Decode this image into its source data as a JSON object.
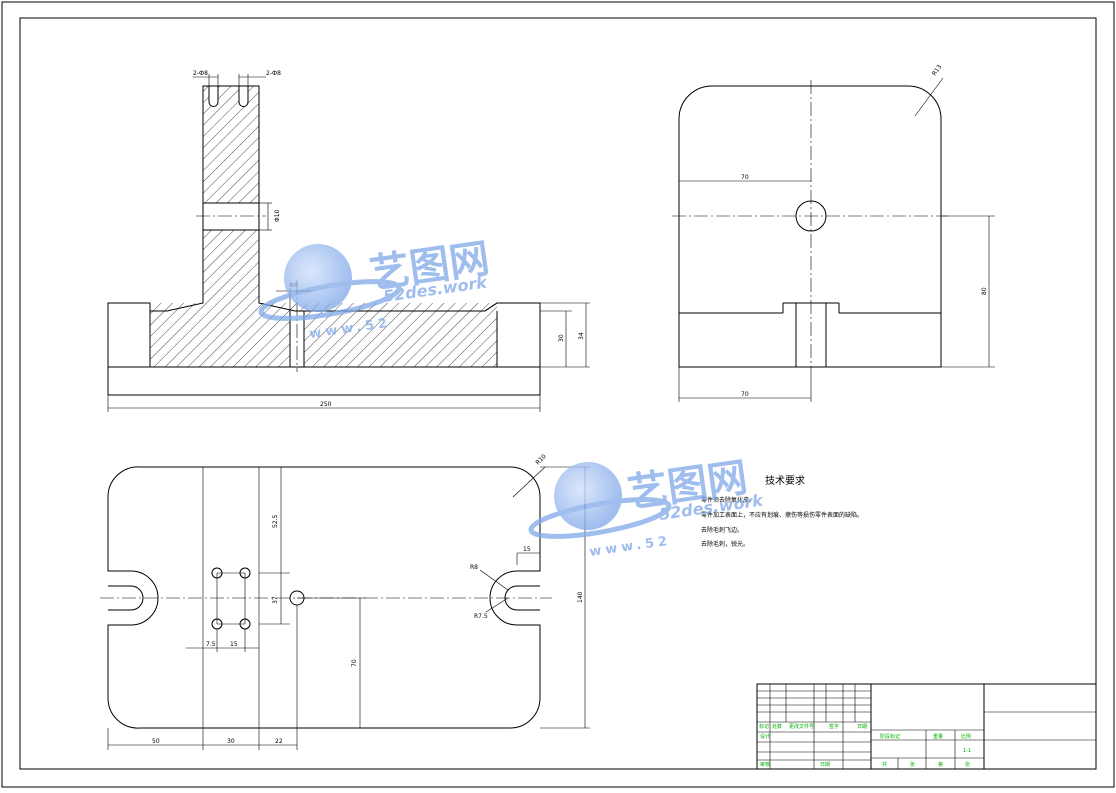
{
  "dimensions": {
    "front_slot_left": "2-Ф8",
    "front_slot_right": "2-Ф8",
    "front_hole_dia": "Φ10",
    "front_small_dia": "Ф8",
    "front_total_width": "250",
    "front_h_inner": "30",
    "front_h_outer": "34",
    "side_radius": "R13",
    "side_top_width": "70",
    "side_height": "80",
    "side_bottom_width": "70",
    "top_radius": "R10",
    "top_v1": "52.5",
    "top_h15": "15",
    "top_r8": "R8",
    "top_d37": "37",
    "top_r7": "R7.5",
    "top_height": "140",
    "top_d70": "70",
    "top_d7_5": "7.5",
    "top_d15b": "15",
    "top_b50": "50",
    "top_b30": "30",
    "top_b22": "22"
  },
  "watermark": {
    "brand": "艺图网",
    "url_top": "52des.work",
    "url_bottom": "www.52"
  },
  "tech_requirements": {
    "title": "技术要求",
    "items": [
      "零件须去除氧化皮。",
      "零件加工表面上，不应有划痕、擦伤等损伤零件表面的缺陷。",
      "去除毛刺飞边。",
      "去除毛刺，锐光。"
    ]
  },
  "title_block": {
    "left_header": [
      "标记",
      "处数",
      "更改文件号",
      "签字",
      "日期"
    ],
    "left_rows": [
      "设计",
      "审核"
    ],
    "mid_header": [
      "阶段标记",
      "重量",
      "比例"
    ],
    "scale": "1:1",
    "sheet_row": [
      "共",
      "张",
      "第",
      "张"
    ],
    "approve": "日期"
  },
  "colors": {
    "ink": "#000000",
    "watermark": "#4a7fd6",
    "titleblock_text": "#00b000"
  }
}
